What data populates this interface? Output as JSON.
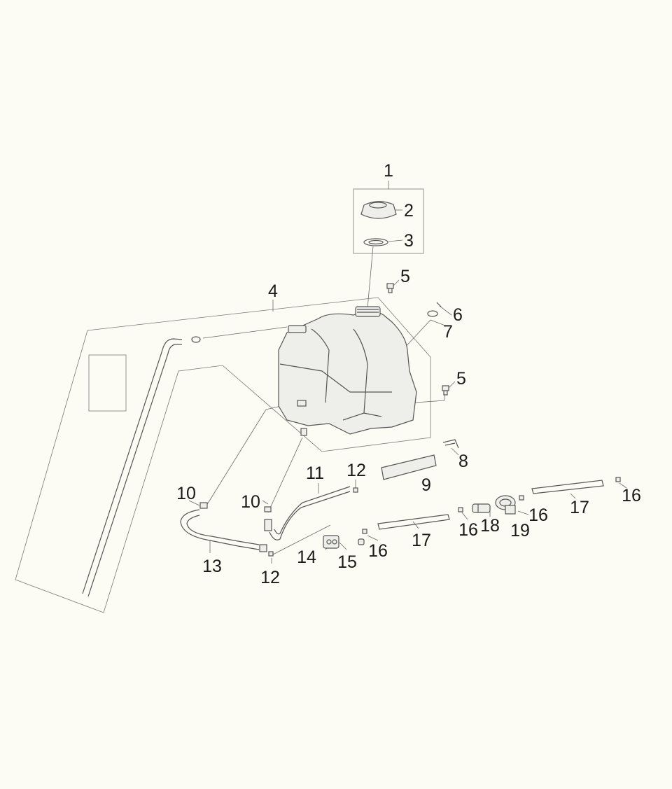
{
  "callouts": {
    "c1": "1",
    "c2": "2",
    "c3": "3",
    "c4": "4",
    "c5a": "5",
    "c5b": "5",
    "c6": "6",
    "c7": "7",
    "c8": "8",
    "c9": "9",
    "c10a": "10",
    "c10b": "10",
    "c11": "11",
    "c12a": "12",
    "c12b": "12",
    "c13": "13",
    "c14": "14",
    "c15": "15",
    "c16a": "16",
    "c16b": "16",
    "c16c": "16",
    "c16d": "16",
    "c17a": "17",
    "c17b": "17",
    "c18": "18",
    "c19": "19"
  },
  "colors": {
    "background": "#fcfcf4",
    "line": "#555555",
    "text": "#1a1a1a"
  }
}
